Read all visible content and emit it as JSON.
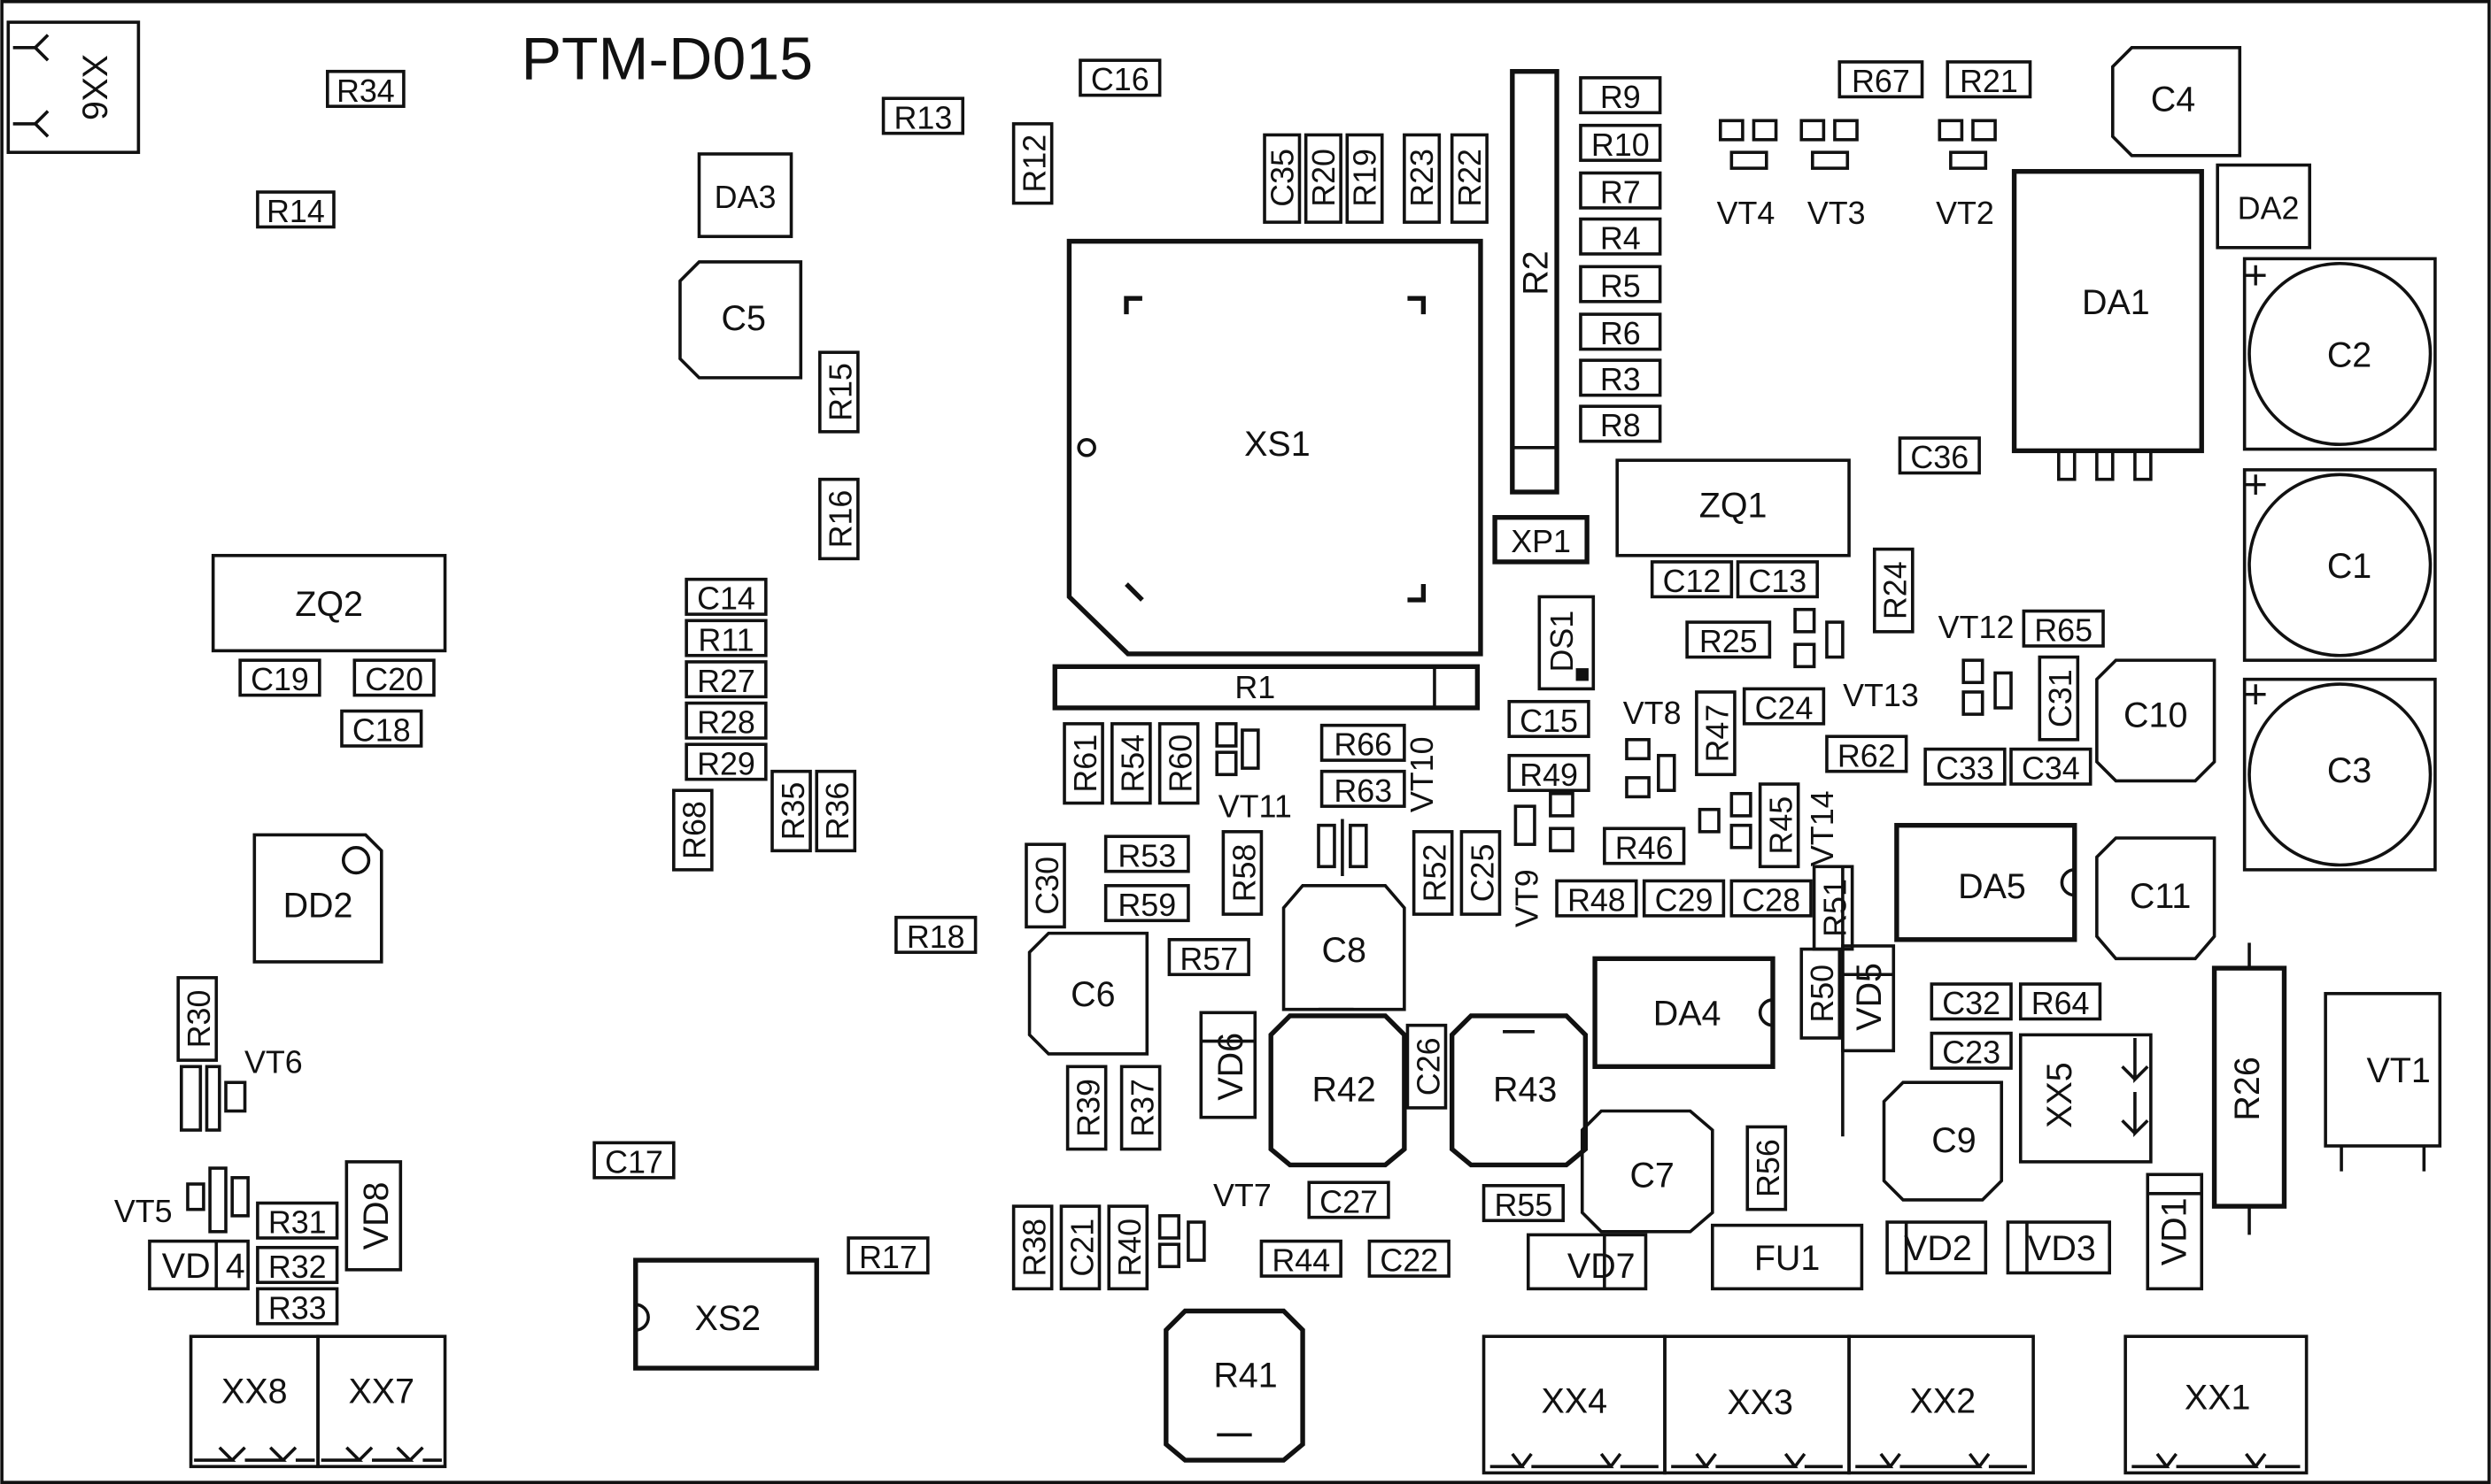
{
  "board_title": "PTM-D015",
  "designators": {
    "XX6": "XX6",
    "R34": "R34",
    "R14": "R14",
    "R13": "R13",
    "C16": "C16",
    "R12": "R12",
    "DA3": "DA3",
    "C5": "C5",
    "R15": "R15",
    "R16": "R16",
    "C35": "C35",
    "R20": "R20",
    "R19": "R19",
    "R23": "R23",
    "R22": "R22",
    "R2": "R2",
    "R9": "R9",
    "R10": "R10",
    "R7": "R7",
    "R4": "R4",
    "R5": "R5",
    "R6": "R6",
    "R3": "R3",
    "R8": "R8",
    "R67": "R67",
    "R21": "R21",
    "C4": "C4",
    "VT4": "VT4",
    "VT3": "VT3",
    "VT2": "VT2",
    "DA2": "DA2",
    "DA1": "DA1",
    "C2": "C2",
    "C1": "C1",
    "C3": "C3",
    "C36": "C36",
    "XS1": "XS1",
    "ZQ1": "ZQ1",
    "XP1": "XP1",
    "ZQ2": "ZQ2",
    "C19": "C19",
    "C20": "C20",
    "C18": "C18",
    "C14": "C14",
    "R11": "R11",
    "R27": "R27",
    "R28": "R28",
    "R29": "R29",
    "R68": "R68",
    "R35": "R35",
    "R36": "R36",
    "C12": "C12",
    "C13": "C13",
    "R24": "R24",
    "VT12": "VT12",
    "R65": "R65",
    "R25": "R25",
    "VT13": "VT13",
    "DS1": "DS1",
    "R1": "R1",
    "C15": "C15",
    "VT8": "VT8",
    "R47": "R47",
    "C24": "C24",
    "C31": "C31",
    "C10": "C10",
    "R61": "R61",
    "R54": "R54",
    "R60": "R60",
    "VT11": "VT11",
    "R66": "R66",
    "R63": "R63",
    "VT10": "VT10",
    "R62": "R62",
    "C33": "C33",
    "C34": "C34",
    "R49": "R49",
    "R45": "R45",
    "VT14": "VT14",
    "DD2": "DD2",
    "C30": "C30",
    "R53": "R53",
    "R58": "R58",
    "C8": "C8",
    "R52": "R52",
    "C25": "C25",
    "VT9": "VT9",
    "R46": "R46",
    "DA5": "DA5",
    "C11": "C11",
    "R48": "R48",
    "C29": "C29",
    "C28": "C28",
    "R51": "R51",
    "R59": "R59",
    "R18": "R18",
    "C6": "C6",
    "R57": "R57",
    "R30": "R30",
    "VT6": "VT6",
    "VD6": "VD6",
    "R42": "R42",
    "C26": "C26",
    "R43": "R43",
    "DA4": "DA4",
    "R50": "R50",
    "VD5": "VD5",
    "C32": "C32",
    "R64": "R64",
    "C23": "C23",
    "XX5": "XX5",
    "R26": "R26",
    "VT1": "VT1",
    "R39": "R39",
    "R37": "R37",
    "C9": "C9",
    "C7": "C7",
    "R56": "R56",
    "C17": "C17",
    "VD8": "VD8",
    "VT5": "VT5",
    "R31": "R31",
    "VD4a": "VD",
    "VD4b": "4",
    "R32": "R32",
    "R33": "R33",
    "R38": "R38",
    "C21": "C21",
    "R40": "R40",
    "VT7": "VT7",
    "C27": "C27",
    "R55": "R55",
    "R17": "R17",
    "R44": "R44",
    "C22": "C22",
    "VD7": "VD7",
    "FU1": "FU1",
    "VD2": "VD2",
    "VD3": "VD3",
    "VD1": "VD1",
    "XS2": "XS2",
    "R41": "R41",
    "XX8": "XX8",
    "XX7": "XX7",
    "XX4": "XX4",
    "XX3": "XX3",
    "XX2": "XX2",
    "XX1": "XX1"
  },
  "polarity_marks": [
    "+",
    "+",
    "+"
  ]
}
